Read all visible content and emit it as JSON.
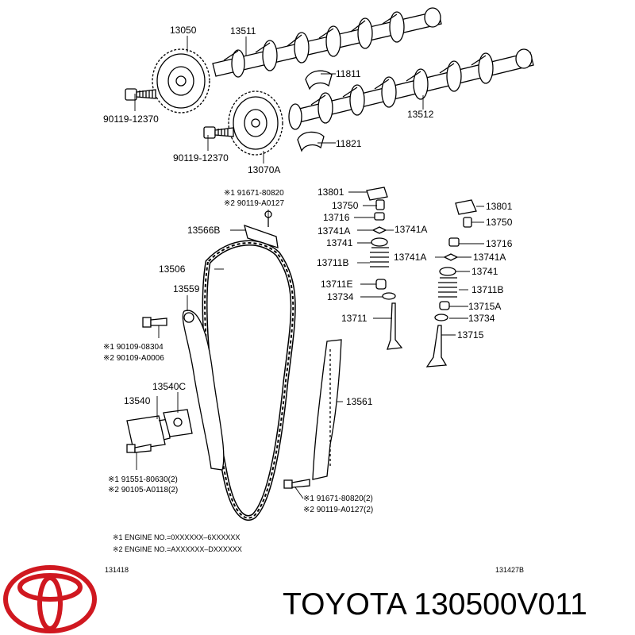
{
  "parts": {
    "p13050": "13050",
    "p13511": "13511",
    "p11811": "11811",
    "p13512": "13512",
    "p11821": "11821",
    "p13070A": "13070A",
    "bolt_a": "90119-12370",
    "bolt_b": "90119-12370",
    "p13801_l": "13801",
    "p13750_l": "13750",
    "p13716_l": "13716",
    "p13741A_l1": "13741A",
    "p13741A_l2": "13741A",
    "p13741_l": "13741",
    "p13711B_l": "13711B",
    "p13711E": "13711E",
    "p13734_l": "13734",
    "p13711": "13711",
    "p13801_r": "13801",
    "p13750_r": "13750",
    "p13716_r": "13716",
    "p13741A_r1": "13741A",
    "p13741A_r2": "13741A",
    "p13741_r": "13741",
    "p13711B_r": "13711B",
    "p13715A": "13715A",
    "p13734_r": "13734",
    "p13715": "13715",
    "p13566B": "13566B",
    "p13506": "13506",
    "p13559": "13559",
    "p13540C": "13540C",
    "p13540": "13540",
    "p13561": "13561",
    "n_top_1": "※1 91671-80820",
    "n_top_2": "※2 90119-A0127",
    "n_left_1": "※1 90109-08304",
    "n_left_2": "※2 90109-A0006",
    "n_bot_1": "※1 91551-80630(2)",
    "n_bot_2": "※2 90105-A0118(2)",
    "n_br_1": "※1 91671-80820(2)",
    "n_br_2": "※2 90119-A0127(2)"
  },
  "footnotes": {
    "engine_1": "※1 ENGINE NO.=0XXXXXX–6XXXXXX",
    "engine_2": "※2 ENGINE NO.=AXXXXXX–DXXXXXX"
  },
  "codes": {
    "left": "131418",
    "right": "131427B"
  },
  "branding": {
    "title": "TOYOTA 130500V011",
    "logo_color": "#d01820"
  }
}
